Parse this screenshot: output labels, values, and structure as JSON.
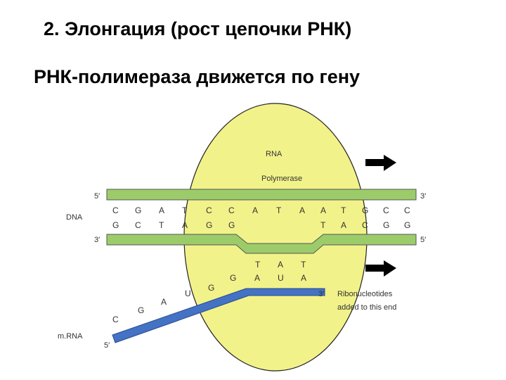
{
  "slide": {
    "title": "2. Элонгация (рост цепочки РНК)",
    "subtitle": "РНК-полимераза движется по гену"
  },
  "polymerase": {
    "line1": "RNA",
    "line2": "Polymerase",
    "color": "#f2f28a"
  },
  "labels": {
    "dna": "DNA",
    "mrna": "m.RNA",
    "ribo_line1": "Ribonucleotides",
    "ribo_line2": "added to this end"
  },
  "ends": {
    "top_left": "5′",
    "top_right": "3′",
    "bottom_left": "3′",
    "bottom_right": "5′",
    "rna_3": "3′",
    "rna_5": "5′"
  },
  "dna_top_bases": [
    "C",
    "G",
    "A",
    "T",
    "C",
    "C",
    "A",
    "T",
    "A",
    "A",
    "T",
    "G",
    "C",
    "C"
  ],
  "dna_bottom_bases": [
    "G",
    "C",
    "T",
    "A",
    "G",
    "G",
    "T",
    "A",
    "C",
    "G",
    "G"
  ],
  "template_bases": [
    "T",
    "A",
    "T"
  ],
  "rna_paired_bases": [
    "G",
    "A",
    "U",
    "A"
  ],
  "rna_tail_bases": [
    "G",
    "U",
    "A",
    "G",
    "C"
  ],
  "colors": {
    "dna_strand": "#9ccc6a",
    "rna_strand": "#4472c4",
    "arrow": "#000000"
  }
}
